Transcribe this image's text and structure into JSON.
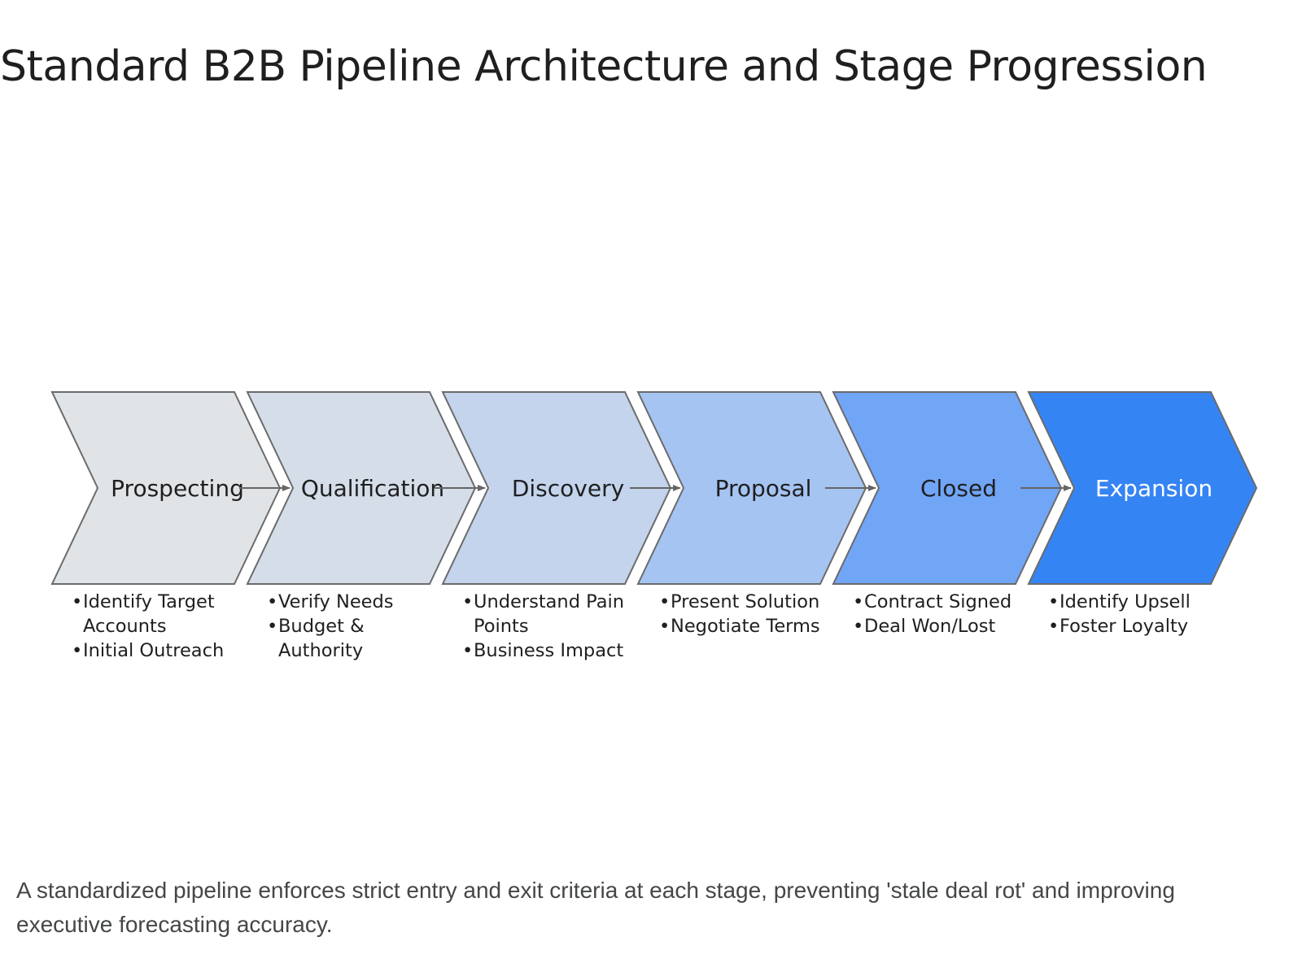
{
  "title": "Standard B2B Pipeline Architecture and Stage Progression",
  "stages": [
    {
      "label": "Prospecting",
      "fill": "#e1e4e7",
      "text_color": "#1f1f1f",
      "bullets": [
        "Identify Target Accounts",
        "Initial Outreach"
      ]
    },
    {
      "label": "Qualification",
      "fill": "#d5dde9",
      "text_color": "#1f1f1f",
      "bullets": [
        "Verify Needs",
        "Budget & Authority"
      ]
    },
    {
      "label": "Discovery",
      "fill": "#c3d4ec",
      "text_color": "#1f1f1f",
      "bullets": [
        "Understand Pain Points",
        "Business Impact"
      ]
    },
    {
      "label": "Proposal",
      "fill": "#a5c4f2",
      "text_color": "#1f1f1f",
      "bullets": [
        "Present Solution",
        "Negotiate Terms"
      ]
    },
    {
      "label": "Closed",
      "fill": "#71a5f5",
      "text_color": "#1f1f1f",
      "bullets": [
        "Contract Signed",
        "Deal Won/Lost"
      ]
    },
    {
      "label": "Expansion",
      "fill": "#3584f4",
      "text_color": "#ffffff",
      "bullets": [
        "Identify Upsell",
        "Foster Loyalty"
      ]
    }
  ],
  "caption": "A standardized pipeline enforces strict entry and exit criteria at each stage, preventing 'stale deal rot' and improving executive forecasting accuracy.",
  "colors": {
    "outline": "#6b6b6b",
    "connector_arrow": "#666666"
  }
}
